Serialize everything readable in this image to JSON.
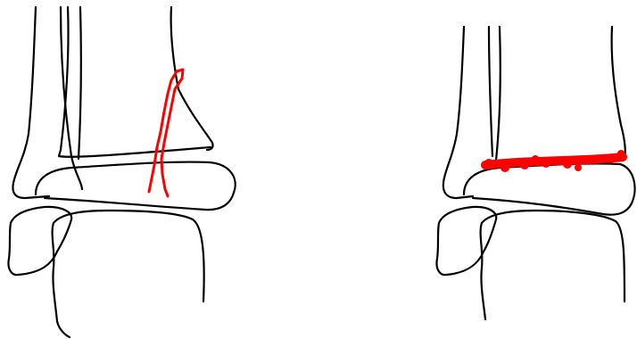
{
  "figure": {
    "panels": [
      {
        "id": "left",
        "fracture": "vertical",
        "description_visible": false
      },
      {
        "id": "right",
        "fracture": "horizontal",
        "description_visible": false
      }
    ],
    "colors": {
      "outline": "#000000",
      "fracture": "#ff0000",
      "background": "#ffffff"
    }
  }
}
